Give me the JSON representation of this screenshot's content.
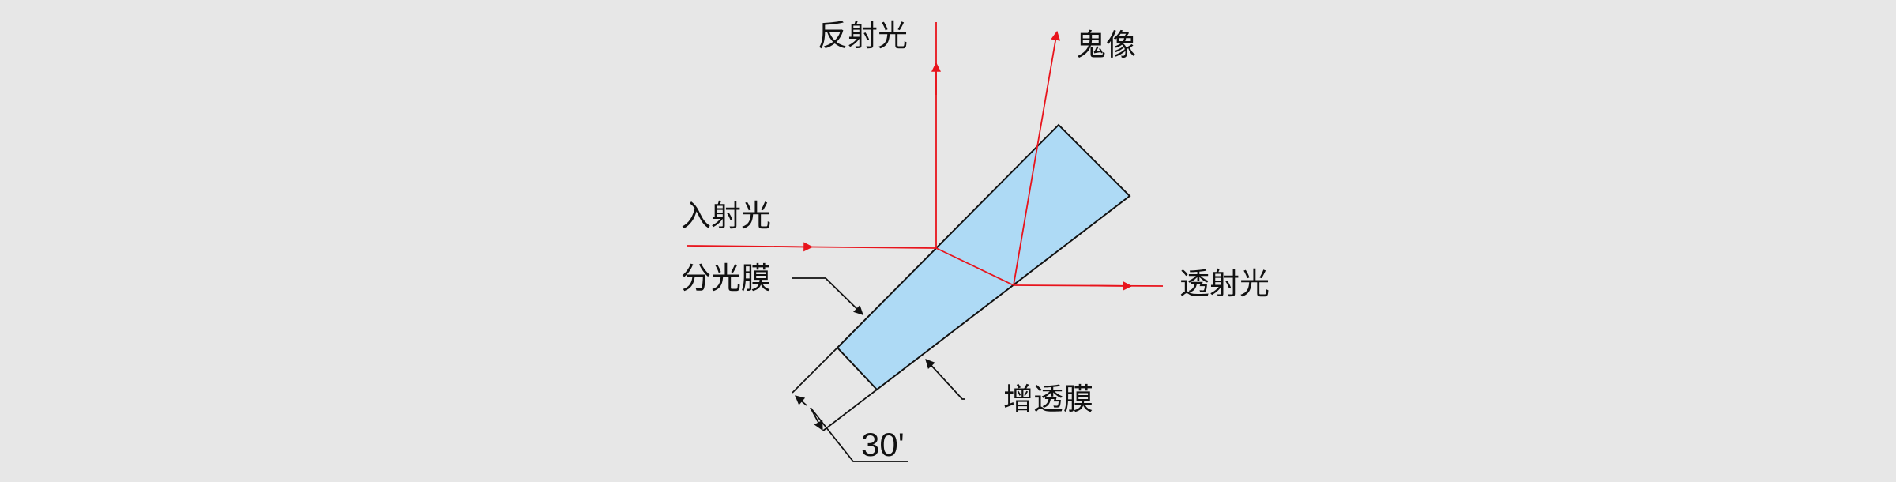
{
  "labels": {
    "reflected": "反射光",
    "ghost": "鬼像",
    "incident": "入射光",
    "beamsplitter_film": "分光膜",
    "transmitted": "透射光",
    "ar_film": "增透膜",
    "wedge_angle": "30'"
  },
  "colors": {
    "background": "#e7e7e7",
    "ray": "#e8141c",
    "glass_fill": "#aedaf5",
    "outline": "#111111"
  }
}
